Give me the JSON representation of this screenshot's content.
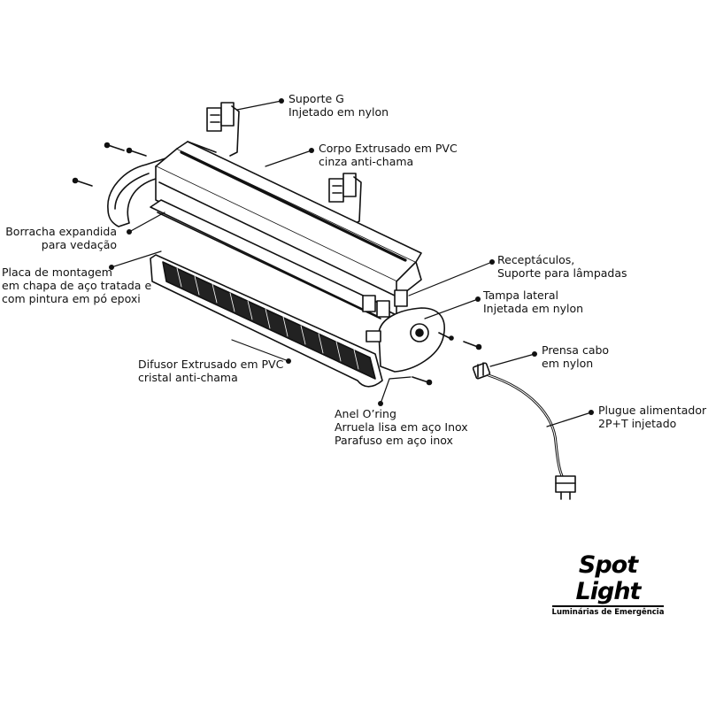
{
  "callouts": {
    "suporte_g": [
      "Suporte G",
      "Injetado em nylon"
    ],
    "corpo": [
      "Corpo Extrusado em PVC",
      "cinza anti-chama"
    ],
    "borracha": [
      "Borracha expandida",
      "para vedação"
    ],
    "placa": [
      "Placa de montagem",
      "em chapa de aço tratada e",
      "com pintura em pó epoxi"
    ],
    "receptaculos": [
      "Receptáculos,",
      "Suporte para lâmpadas"
    ],
    "tampa": [
      "Tampa lateral",
      "Injetada em nylon"
    ],
    "difusor": [
      "Difusor Extrusado em PVC",
      "cristal anti-chama"
    ],
    "prensa": [
      "Prensa cabo",
      "em nylon"
    ],
    "plugue": [
      "Plugue alimentador",
      "2P+T injetado"
    ],
    "anel": [
      "Anel O’ring",
      "Arruela lisa em aço Inox",
      "Parafuso em aço inox"
    ]
  },
  "logo": {
    "brand": "Spot Light",
    "tagline": "Luminárias de Emergência"
  }
}
